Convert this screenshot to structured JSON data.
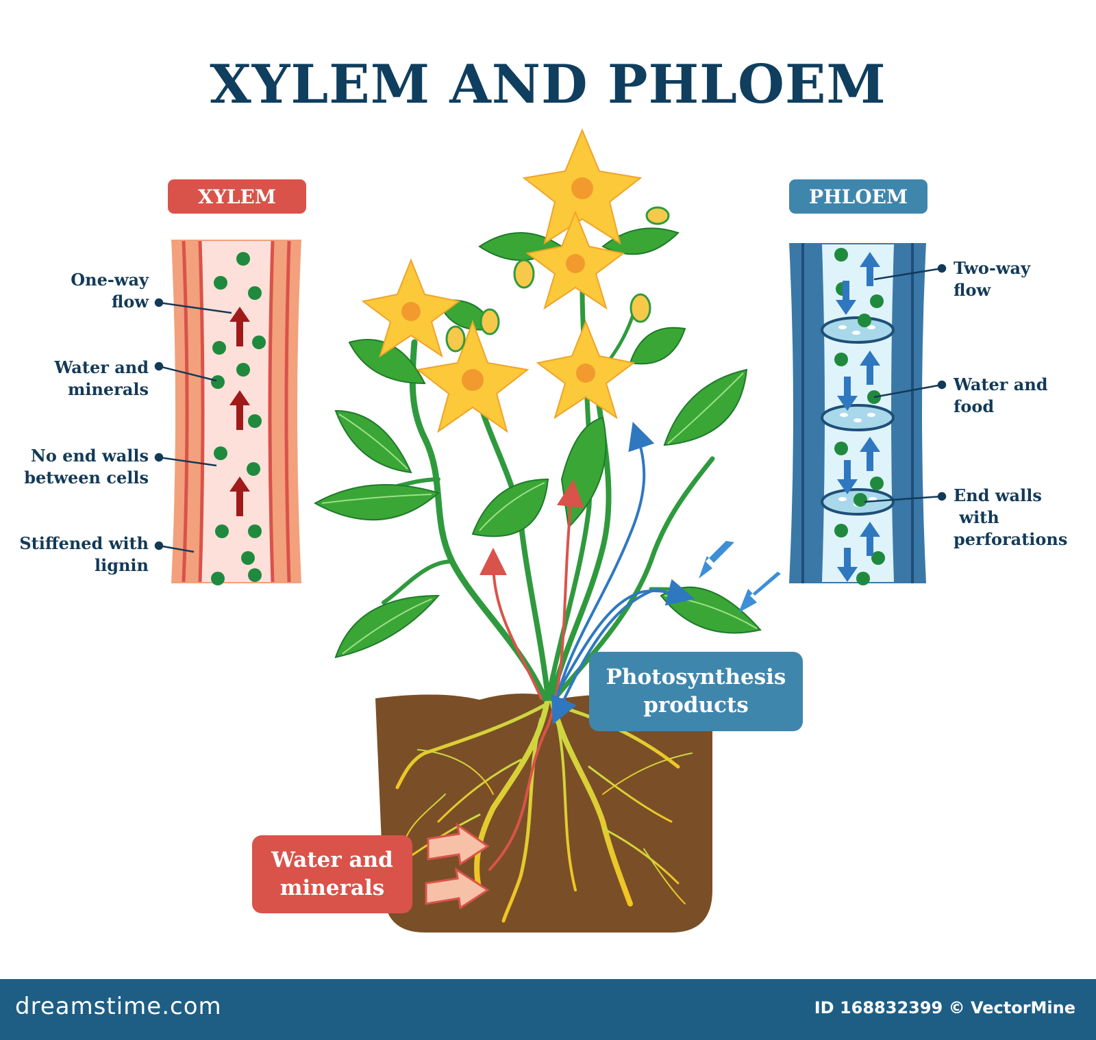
{
  "title": "XYLEM AND PHLOEM",
  "xylem": {
    "badge": "XYLEM",
    "labels": [
      "One-way\nflow",
      "Water and\nminerals",
      "No end walls\nbetween cells",
      "Stiffened with\nlignin"
    ]
  },
  "phloem": {
    "badge": "PHLOEM",
    "labels": [
      "Two-way\nflow",
      "Water and\nfood",
      "End walls\n with\nperforations"
    ]
  },
  "plant": {
    "photosynthesis_label": "Photosynthesis\nproducts",
    "roots_label": "Water and\nminerals"
  },
  "footer": {
    "brand": "dreamstime.com",
    "credit": "ID 168832399 © VectorMine"
  },
  "colors": {
    "title": "#0f3e5e",
    "xylem": "#d9534a",
    "phloem": "#3f86ad",
    "leaf": "#3aa636",
    "soil": "#7a4f27",
    "footer": "#1e5e84"
  }
}
